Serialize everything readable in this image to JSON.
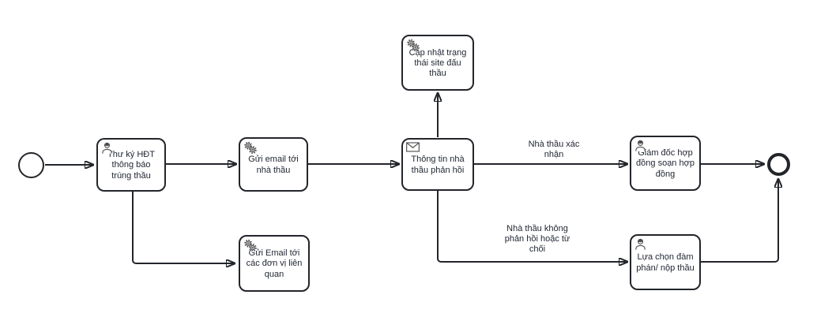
{
  "diagram": {
    "type": "bpmn-process",
    "start_event": {
      "name": "start-event"
    },
    "end_event": {
      "name": "end-event"
    },
    "tasks": [
      {
        "label": "Thư ký HĐT thông báo trúng thầu",
        "icon": "user-icon",
        "type": "user-task"
      },
      {
        "label": "Gửi email tới nhà thầu",
        "icon": "gears-icon",
        "type": "service-task"
      },
      {
        "label": "Gửi Email tới các đơn vị liên quan",
        "icon": "gears-icon",
        "type": "service-task"
      },
      {
        "label": "Cập nhật trạng thái site đấu thầu",
        "icon": "gears-icon",
        "type": "service-task"
      },
      {
        "label": "Thông tin nhà thầu phản hồi",
        "icon": "envelope-icon",
        "type": "receive-task"
      },
      {
        "label": "Giám đốc hợp đồng soạn hợp đồng",
        "icon": "user-icon",
        "type": "user-task"
      },
      {
        "label": "Lựa chọn đàm phán/ nộp thầu",
        "icon": "user-icon",
        "type": "user-task"
      }
    ],
    "flow_labels": [
      {
        "text": "Nhà thầu xác nhận"
      },
      {
        "text": "Nhà thầu không phản hồi hoặc từ chối"
      }
    ],
    "colors": {
      "stroke": "#22252a",
      "text": "#1f2430",
      "canvas": "#ffffff",
      "icon": "#4d4d4d"
    }
  }
}
